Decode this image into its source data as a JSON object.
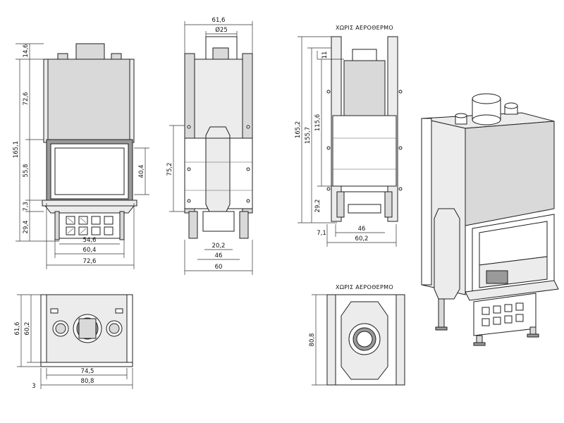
{
  "front_view": {
    "dims": {
      "top_flue": "14,6",
      "upper_body": "72,6",
      "overall_height": "165,1",
      "glass_zone": "55,8",
      "glass_height": "40,4",
      "gap": "7,3",
      "base_height": "29,4",
      "inner_base_width": "54,6",
      "glass_width": "60,4",
      "overall_width": "72,6"
    }
  },
  "side_view": {
    "dims": {
      "overall_width": "61,6",
      "flue_diameter": "Ø25",
      "side_height": "75,2",
      "leg_gap": "20,2",
      "mid_width": "46",
      "base_width": "60"
    }
  },
  "rear_view": {
    "caption": "ΧΩΡΙΣ ΑΕΡΟΘΕΡΜΟ",
    "dims": {
      "overall_height": "165,2",
      "inner_height": "155,7",
      "top_offset": "11",
      "body_height": "115,6",
      "base_height": "29,2",
      "left_offset": "7,1",
      "mid_width": "46",
      "overall_width": "60,2"
    }
  },
  "top_view": {
    "dims": {
      "depth_outer": "61,6",
      "depth_inner": "60,2",
      "inner_width": "74,5",
      "overall_width": "80,8",
      "side_offset": "3"
    }
  },
  "bottom_view": {
    "caption": "ΧΩΡΙΣ ΑΕΡΟΘΕΡΜΟ",
    "dims": {
      "depth": "80,8"
    }
  }
}
